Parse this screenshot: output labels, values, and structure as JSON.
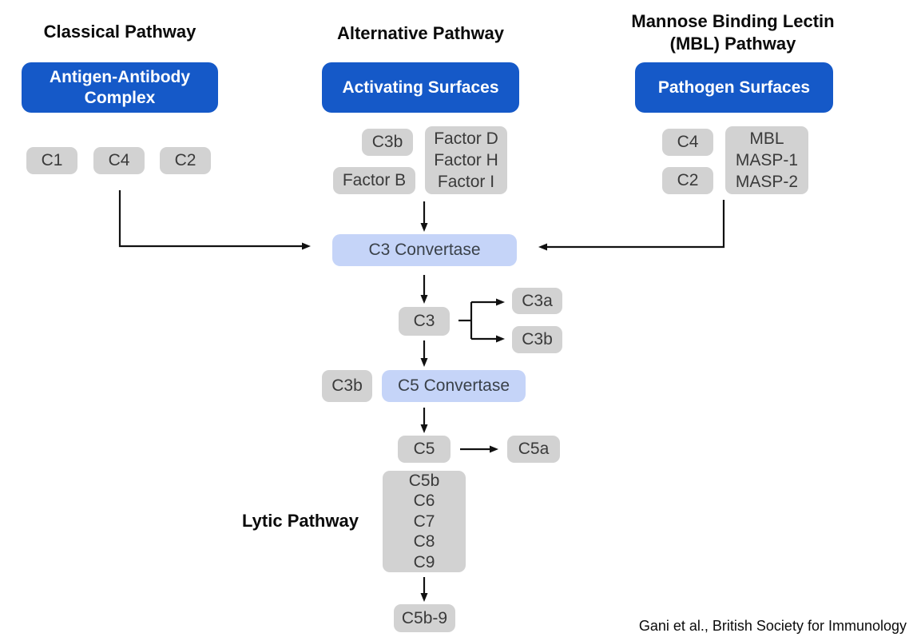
{
  "diagram": {
    "classical": {
      "title": "Classical Pathway",
      "trigger": "Antigen-Antibody Complex",
      "components": [
        "C1",
        "C4",
        "C2"
      ]
    },
    "alternative": {
      "title": "Alternative Pathway",
      "trigger": "Activating Surfaces",
      "c3b": "C3b",
      "factor_b": "Factor B",
      "factors": [
        "Factor D",
        "Factor H",
        "Factor I"
      ]
    },
    "mbl": {
      "title_lines": [
        "Mannose Binding Lectin",
        "(MBL) Pathway"
      ],
      "trigger": "Pathogen Surfaces",
      "c4": "C4",
      "c2": "C2",
      "lectins": [
        "MBL",
        "MASP-1",
        "MASP-2"
      ]
    },
    "cascade": {
      "c3_convertase": "C3 Convertase",
      "c3": "C3",
      "c3a": "C3a",
      "c3b_split": "C3b",
      "c3b_cofactor": "C3b",
      "c5_convertase": "C5 Convertase",
      "c5": "C5",
      "c5a": "C5a",
      "mac_components": [
        "C5b",
        "C6",
        "C7",
        "C8",
        "C9"
      ],
      "mac_complex": "C5b-9"
    },
    "lytic": {
      "title": "Lytic Pathway"
    },
    "credit": "Gani et al., British Society for Immunology",
    "colors": {
      "header_box": "#1559c8",
      "convertase_box": "#c5d4f8",
      "component_box": "#d2d2d2"
    }
  }
}
